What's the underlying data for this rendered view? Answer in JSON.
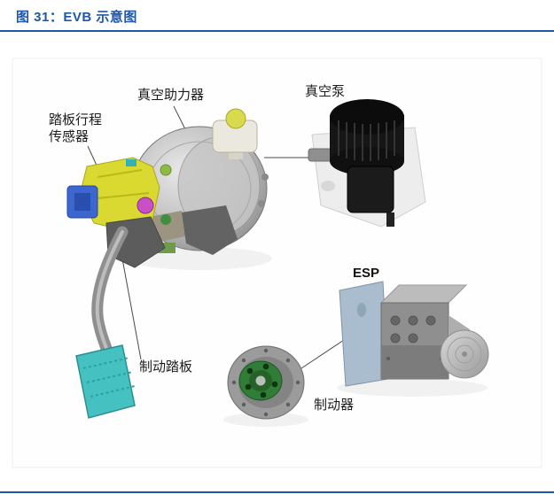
{
  "header": {
    "title": "图 31：EVB 示意图"
  },
  "figure": {
    "labels": {
      "pedal_sensor_line1": "踏板行程",
      "pedal_sensor_line2": "传感器",
      "vacuum_booster": "真空助力器",
      "vacuum_pump": "真空泵",
      "esp": "ESP",
      "brake_pedal": "制动踏板",
      "brake_disc": "制动器"
    },
    "colors": {
      "accent_blue": "#1f57a8",
      "pedal_pad_teal": "#45c1c1",
      "sensor_yellow": "#d9d932",
      "sensor_connector_blue": "#3b67cf",
      "disc_hub_green": "#2f7d37",
      "pump_black": "#161616",
      "esp_bracket_blue_gray": "#a9bdcf",
      "reservoir_cap_yellow": "#d9d94e"
    }
  }
}
